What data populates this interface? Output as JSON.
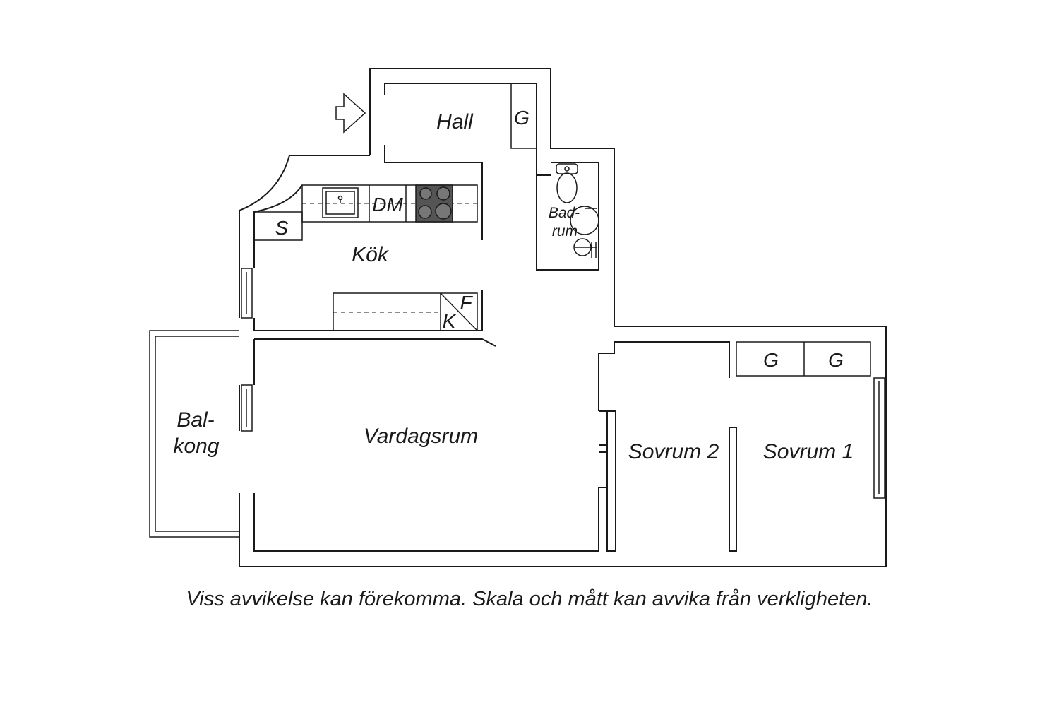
{
  "rooms": {
    "hall": "Hall",
    "kok": "Kök",
    "badrum_line1": "Bad-",
    "badrum_line2": "rum",
    "vardagsrum": "Vardagsrum",
    "balkong_line1": "Bal-",
    "balkong_line2": "kong",
    "sovrum2": "Sovrum 2",
    "sovrum1": "Sovrum 1"
  },
  "fixtures": {
    "wardrobe_hall": "G",
    "wardrobe_1": "G",
    "wardrobe_2": "G",
    "storage": "S",
    "dishwasher": "DM",
    "fridge": "F",
    "freezer": "K"
  },
  "disclaimer": "Viss avvikelse kan förekomma. Skala och mått kan avvika från verkligheten.",
  "colors": {
    "line": "#1a1a1a",
    "stove": "#555555",
    "background": "#ffffff"
  }
}
